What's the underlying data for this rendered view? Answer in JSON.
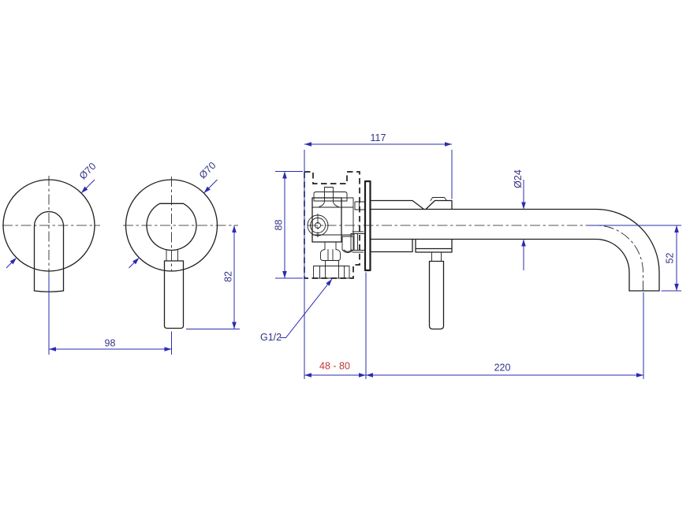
{
  "colors": {
    "line": "#1f1f1f",
    "dim": "#2b2bb0",
    "dim_text": "#333388",
    "range_text": "#c23535",
    "bg": "#ffffff"
  },
  "views": {
    "spout_front": {
      "diameter_label": "Ø70"
    },
    "handle_front": {
      "diameter_label": "Ø70",
      "drop_label": "82"
    },
    "front_spacing_label": "98",
    "side": {
      "width_label": "117",
      "height_label": "88",
      "spout_diameter_label": "Ø24",
      "outlet_drop_label": "52",
      "thread_label": "G1/2",
      "depth_range_label": "48 - 80",
      "reach_label": "220"
    }
  }
}
